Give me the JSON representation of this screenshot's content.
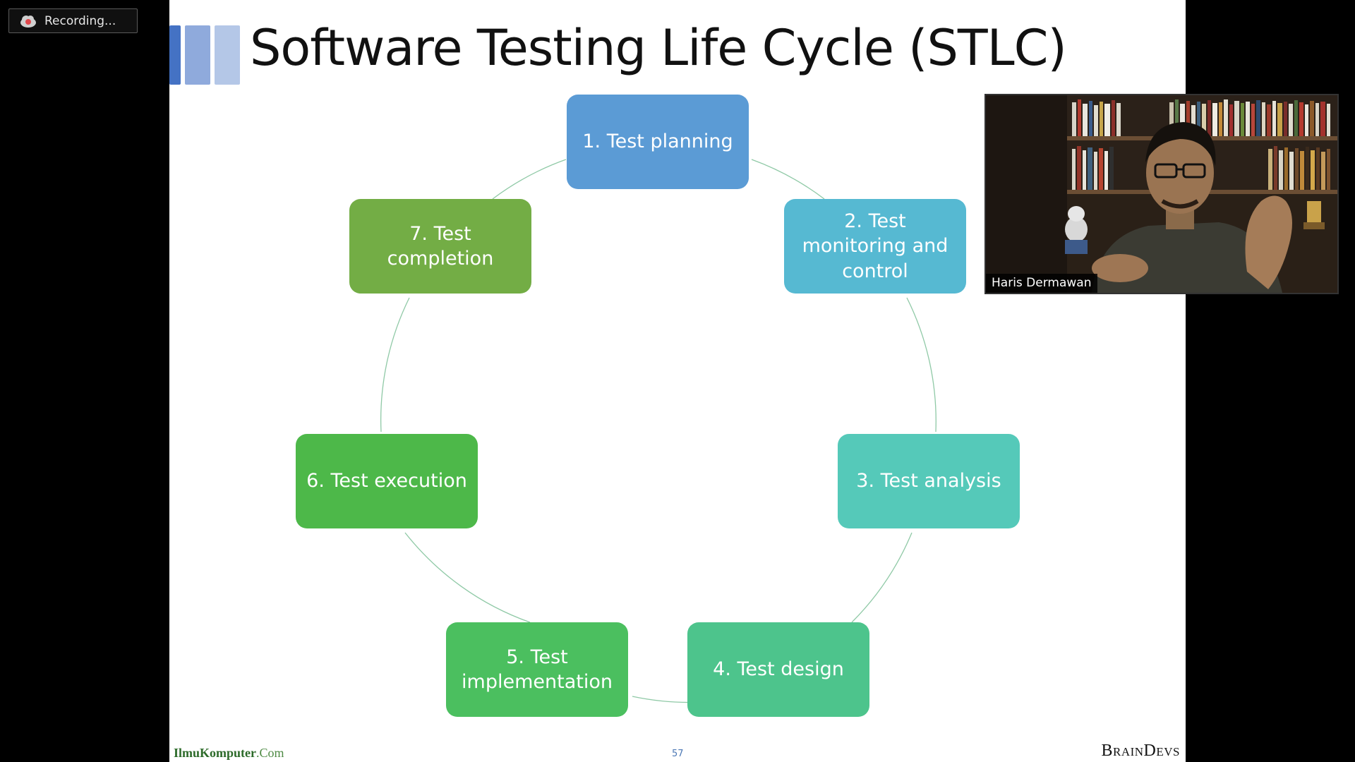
{
  "recording": {
    "label": "Recording..."
  },
  "slide": {
    "title": "Software Testing Life Cycle (STLC)",
    "steps": [
      {
        "label": "1. Test planning",
        "color": "#5b9bd5"
      },
      {
        "label": "2. Test monitoring and control",
        "color": "#56b9d2"
      },
      {
        "label": "3. Test analysis",
        "color": "#55c9b9"
      },
      {
        "label": "4. Test design",
        "color": "#4dc48c"
      },
      {
        "label": "5. Test implementation",
        "color": "#4bbf5f"
      },
      {
        "label": "6. Test execution",
        "color": "#4db849"
      },
      {
        "label": "7. Test completion",
        "color": "#73ad45"
      }
    ],
    "page_number": "57",
    "footer_left_logo": {
      "main": "IlmuKomputer",
      "suffix": ".Com"
    },
    "footer_right_logo": "BrainDevs"
  },
  "video": {
    "participant_name": "Haris Dermawan"
  },
  "colors": {
    "title_bar_1": "#4472c4",
    "title_bar_2": "#8faadc",
    "title_bar_3": "#b4c7e7",
    "cycle_line": "#8fc9a6"
  }
}
